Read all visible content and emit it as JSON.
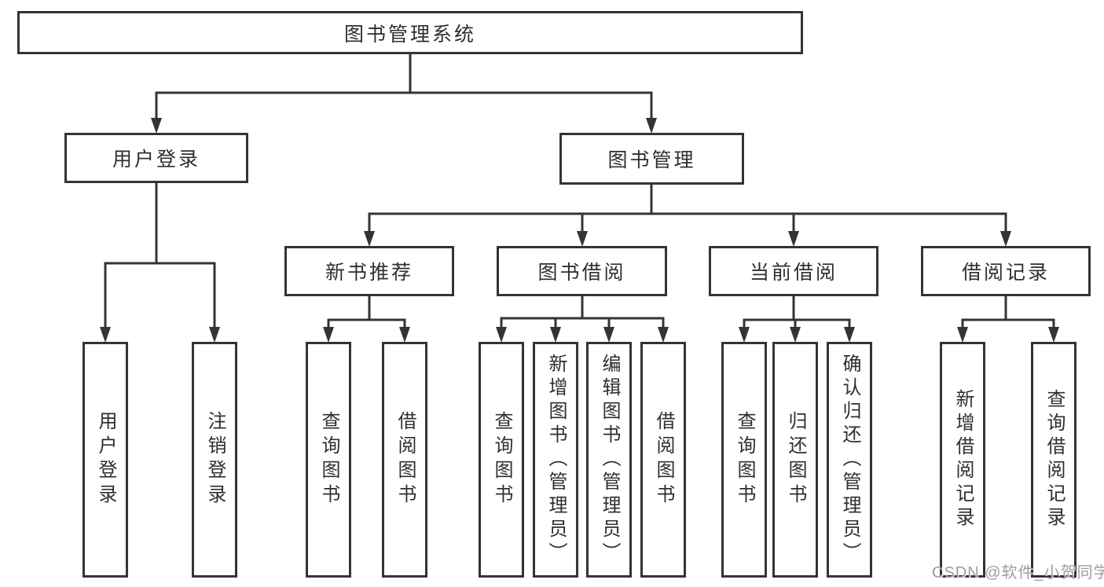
{
  "diagram": {
    "type": "hierarchy-tree",
    "colors": {
      "line": "#343434",
      "text": "#2f2f33",
      "watermark": "#9e9e9e",
      "background": "#ffffff"
    },
    "tree": {
      "label": "图书管理系统",
      "children": [
        {
          "label": "用户登录",
          "children": [
            {
              "label": "用户登录"
            },
            {
              "label": "注销登录"
            }
          ]
        },
        {
          "label": "图书管理",
          "children": [
            {
              "label": "新书推荐",
              "children": [
                {
                  "label": "查询图书"
                },
                {
                  "label": "借阅图书"
                }
              ]
            },
            {
              "label": "图书借阅",
              "children": [
                {
                  "label": "查询图书"
                },
                {
                  "label": "新增图书（管理员）"
                },
                {
                  "label": "编辑图书（管理员）"
                },
                {
                  "label": "借阅图书"
                }
              ]
            },
            {
              "label": "当前借阅",
              "children": [
                {
                  "label": "查询图书"
                },
                {
                  "label": "归还图书"
                },
                {
                  "label": "确认归还（管理员）"
                }
              ]
            },
            {
              "label": "借阅记录",
              "children": [
                {
                  "label": "新增借阅记录"
                },
                {
                  "label": "查询借阅记录"
                }
              ]
            }
          ]
        }
      ]
    },
    "watermark": "CSDN @软件_小贺同学"
  }
}
